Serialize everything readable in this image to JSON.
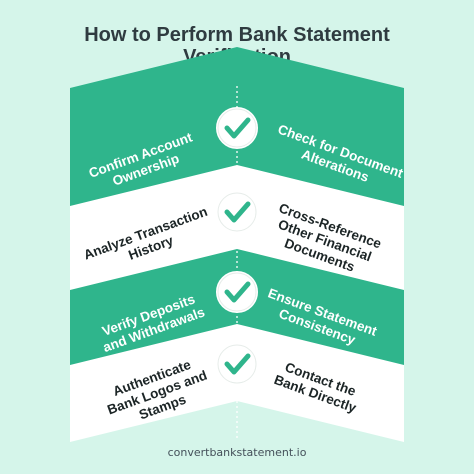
{
  "title": {
    "line1": "How to Perform Bank Statement",
    "line2": "Verification"
  },
  "colors": {
    "background": "#d5f5ea",
    "band_green": "#2fb58c",
    "band_white": "#ffffff",
    "check": "#2fb58c",
    "title_text": "#2f3b40"
  },
  "icon": "checkmark-icon",
  "steps": [
    {
      "style": "green",
      "left": [
        "Confirm Account",
        "Ownership"
      ],
      "right": [
        "Check for Document",
        "Alterations"
      ]
    },
    {
      "style": "white",
      "left": [
        "Analyze Transaction",
        "History"
      ],
      "right": [
        "Cross-Reference",
        "Other Financial",
        "Documents"
      ]
    },
    {
      "style": "green",
      "left": [
        "Verify Deposits",
        "and Withdrawals"
      ],
      "right": [
        "Ensure Statement",
        "Consistency"
      ]
    },
    {
      "style": "white",
      "left": [
        "Authenticate",
        "Bank Logos and",
        "Stamps"
      ],
      "right": [
        "Contact the",
        "Bank Directly"
      ]
    }
  ],
  "footer": "convertbankstatement.io"
}
